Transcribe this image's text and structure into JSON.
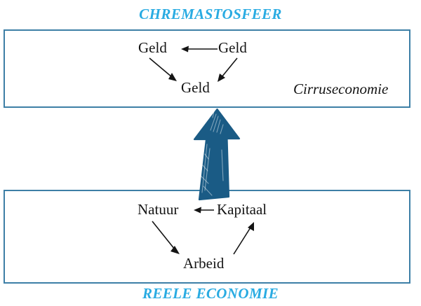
{
  "diagram": {
    "title_top": "CHREMASTOSFEER",
    "title_bottom": "REELE ECONOMIE",
    "accent_title_color": "#29abe2",
    "box_border_color": "#3d7fa6",
    "big_arrow_color": "#1a5b85",
    "text_color": "#141414"
  },
  "top_sphere": {
    "name": "chremastosfeer-box",
    "corner_label": "Cirruseconomie",
    "nodes": [
      {
        "id": "geld-left",
        "label": "Geld"
      },
      {
        "id": "geld-right",
        "label": "Geld"
      },
      {
        "id": "geld-bottom",
        "label": "Geld"
      }
    ],
    "edges": [
      {
        "from": "geld-right",
        "to": "geld-left",
        "direction": "left"
      },
      {
        "from": "geld-left",
        "to": "geld-bottom",
        "direction": "down-right"
      },
      {
        "from": "geld-right",
        "to": "geld-bottom",
        "direction": "down-left"
      }
    ]
  },
  "bottom_sphere": {
    "name": "reele-economie-box",
    "nodes": [
      {
        "id": "natuur",
        "label": "Natuur"
      },
      {
        "id": "kapitaal",
        "label": "Kapitaal"
      },
      {
        "id": "arbeid",
        "label": "Arbeid"
      }
    ],
    "edges": [
      {
        "from": "kapitaal",
        "to": "natuur",
        "direction": "left"
      },
      {
        "from": "natuur",
        "to": "arbeid",
        "direction": "down-right"
      },
      {
        "from": "arbeid",
        "to": "kapitaal",
        "direction": "up-right"
      }
    ]
  },
  "connector": {
    "name": "upward-flow-arrow",
    "direction": "up",
    "from": "reele-economie-box",
    "to": "chremastosfeer-box"
  }
}
